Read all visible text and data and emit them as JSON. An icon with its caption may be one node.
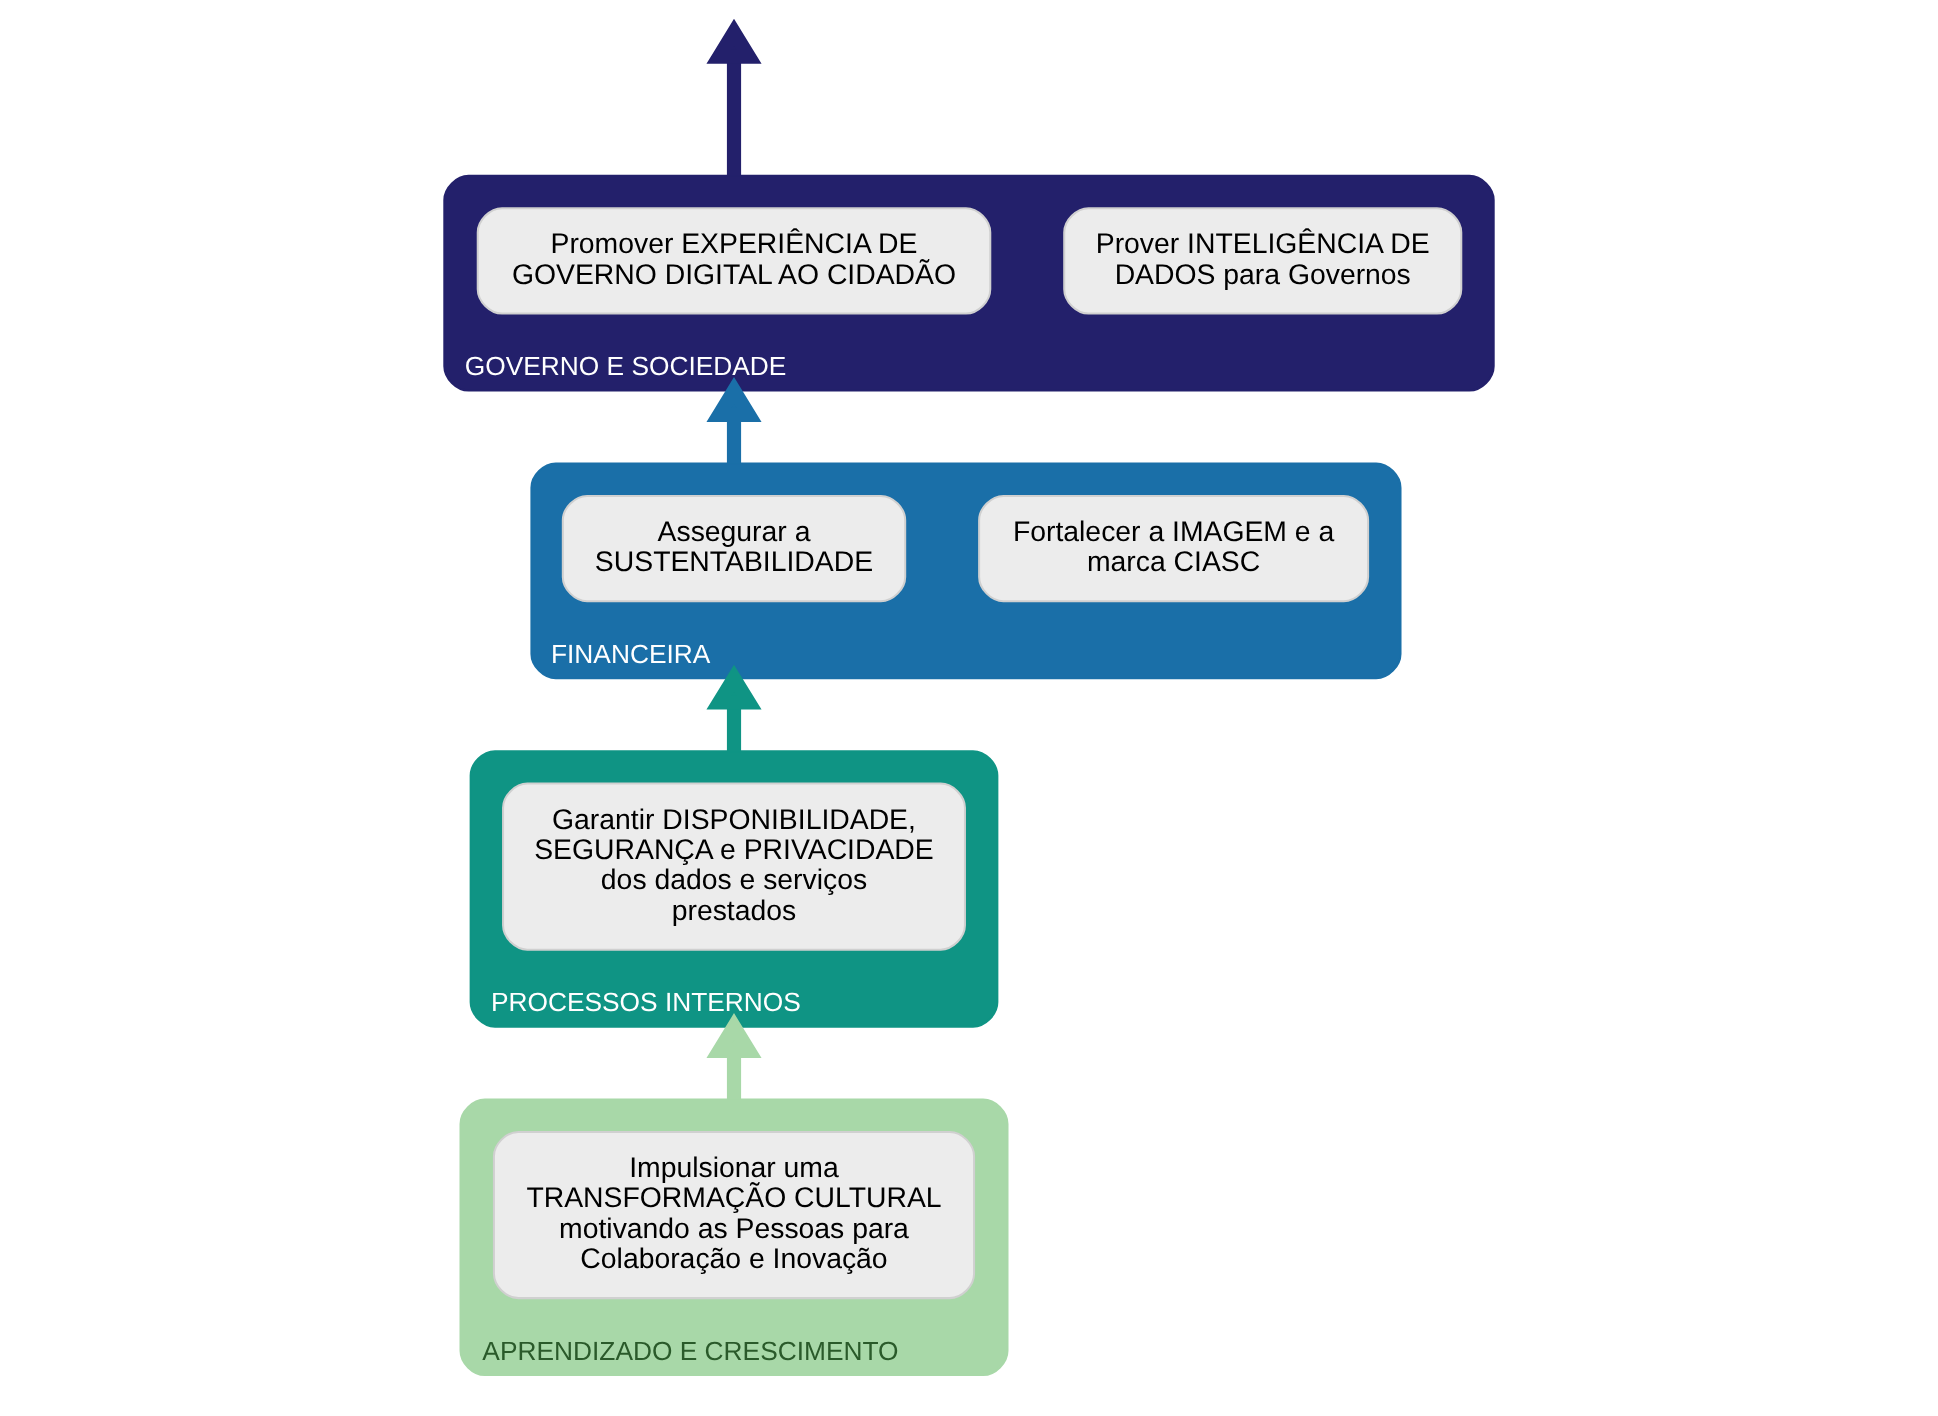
{
  "diagram": {
    "nodes": [
      {
        "text": [
          "GOVERNO E SOCIEDADE"
        ]
      },
      {
        "text": [
          "Promover EXPERIÊNCIA DE GOVERNO DIGITAL AO CIDADÃO"
        ],
        "in": 0
      },
      {
        "text": [
          "Prover INTELIGÊNCIA DE DADOS para Governos"
        ],
        "in": 0
      },
      {
        "text": [
          "FINANCEIRA"
        ]
      },
      {
        "text": [
          "Assegurar a SUSTENTABILIDADE"
        ],
        "in": 3
      },
      {
        "text": [
          "Fortalecer a IMAGEM e a marca CIASC"
        ],
        "in": 3
      },
      {
        "text": [
          "PROCESSOS INTERNOS"
        ]
      },
      {
        "text": [
          "Garantir DISPONIBILIDADE, SEGURANÇA e PRIVACIDADE dos dados e serviços prestados"
        ],
        "in": 6
      },
      {
        "text": [
          "APRENDIZADO E CRESCIMENTO"
        ]
      },
      {
        "text": [
          "Impulsionar uma TRANSFORMAÇÃO CULTURAL motivando as Pessoas para Colaboração e Inovação"
        ],
        "in": 8
      }
    ],
    "edges": [
      {
        "from": 8,
        "to": 6,
        "arrow": "to",
        "color": "#a8d8a8"
      },
      {
        "from": 6,
        "to": 3,
        "arrow": "to",
        "color": "#0f9484"
      },
      {
        "from": 3,
        "to": 0,
        "arrow": "to",
        "color": "#1a6fa8"
      },
      {
        "from": 0,
        "to": null,
        "arrow": "to",
        "color": "#23206b"
      }
    ]
  }
}
